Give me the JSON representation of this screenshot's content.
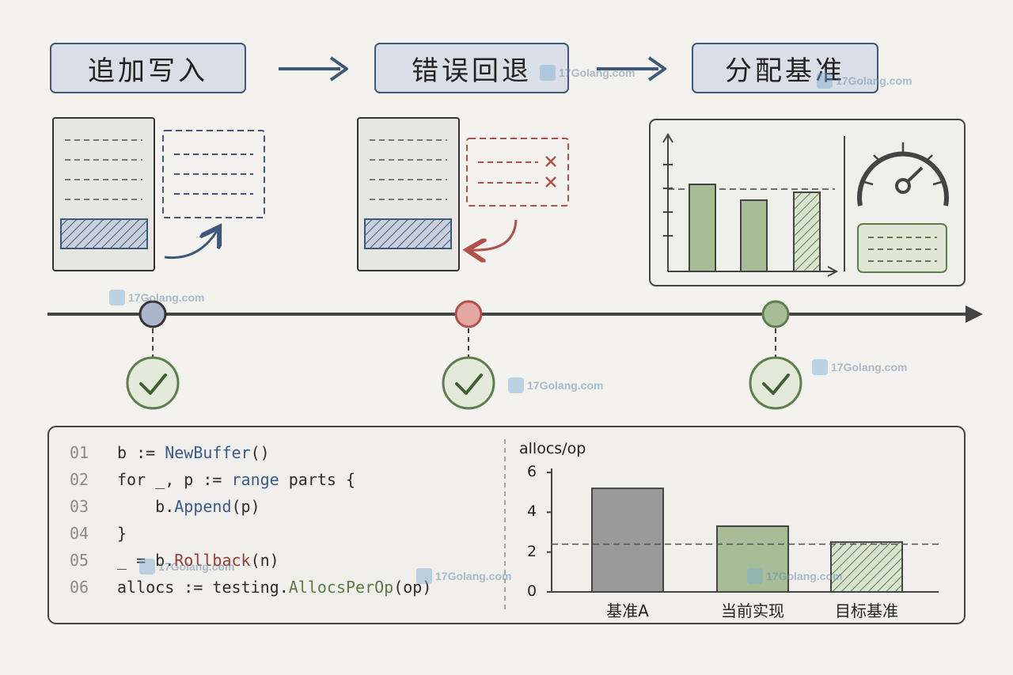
{
  "stages": [
    {
      "label": "追加写入"
    },
    {
      "label": "错误回退"
    },
    {
      "label": "分配基准"
    }
  ],
  "code": {
    "lines": [
      {
        "num": "01",
        "parts": [
          {
            "t": "b := ",
            "c": ""
          },
          {
            "t": "NewBuffer",
            "c": "k-blue"
          },
          {
            "t": "()",
            "c": ""
          }
        ]
      },
      {
        "num": "02",
        "parts": [
          {
            "t": "for _, p := ",
            "c": ""
          },
          {
            "t": "range",
            "c": "k-blue"
          },
          {
            "t": " parts {",
            "c": ""
          }
        ]
      },
      {
        "num": "03",
        "parts": [
          {
            "t": "    b.",
            "c": ""
          },
          {
            "t": "Append",
            "c": "k-blue"
          },
          {
            "t": "(p)",
            "c": ""
          }
        ]
      },
      {
        "num": "04",
        "parts": [
          {
            "t": "}",
            "c": ""
          }
        ]
      },
      {
        "num": "05",
        "parts": [
          {
            "t": "_ = b.",
            "c": ""
          },
          {
            "t": "Rollback",
            "c": "k-red"
          },
          {
            "t": "(n)",
            "c": ""
          }
        ]
      },
      {
        "num": "06",
        "parts": [
          {
            "t": "allocs := testing.",
            "c": ""
          },
          {
            "t": "AllocsPerOp",
            "c": "k-green"
          },
          {
            "t": "(op)",
            "c": ""
          }
        ]
      }
    ]
  },
  "chart_data": {
    "type": "bar",
    "ylabel": "allocs/op",
    "yticks": [
      0,
      2,
      4,
      6
    ],
    "ylim": [
      0,
      6.2
    ],
    "categories": [
      "基准A",
      "当前实现",
      "目标基准"
    ],
    "values": [
      5.2,
      3.3,
      2.5
    ],
    "reference_line": 2.4,
    "colors": {
      "bar1": "#9a9a9a",
      "bar2": "#a7bd95",
      "bar3": "#a7bd95"
    }
  },
  "watermark": "17Golang.com",
  "colors": {
    "blue": "#3f5878",
    "red": "#b0514c",
    "green": "#5d7e4c",
    "line": "#444444"
  }
}
